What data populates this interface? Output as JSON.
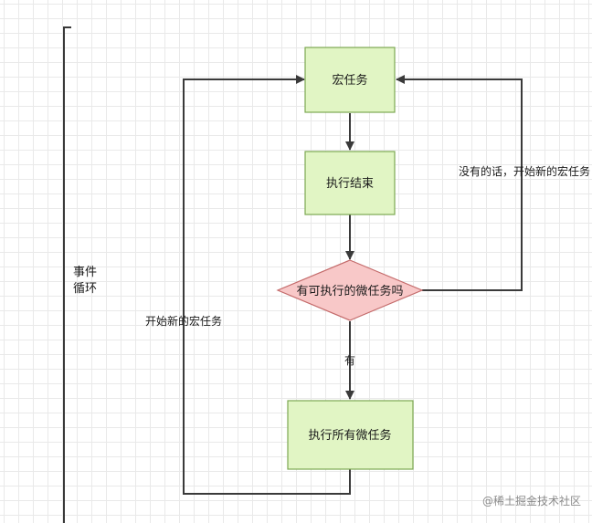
{
  "nodes": {
    "macro_task": "宏任务",
    "exec_end": "执行结束",
    "has_micro": "有可执行的微任务吗",
    "exec_all_micro": "执行所有微任务"
  },
  "edges": {
    "yes": "有",
    "no_start_new_macro": "没有的话，开始新的宏任务",
    "start_new_macro": "开始新的宏任务"
  },
  "bracket": {
    "line1": "事件",
    "line2": "循环"
  },
  "watermark": "@稀土掘金技术社区",
  "colors": {
    "box_fill": "#e1f5c4",
    "box_stroke": "#7ca852",
    "diamond_fill": "#f8c8c8",
    "diamond_stroke": "#c46b6b",
    "line": "#3a3a3a"
  }
}
